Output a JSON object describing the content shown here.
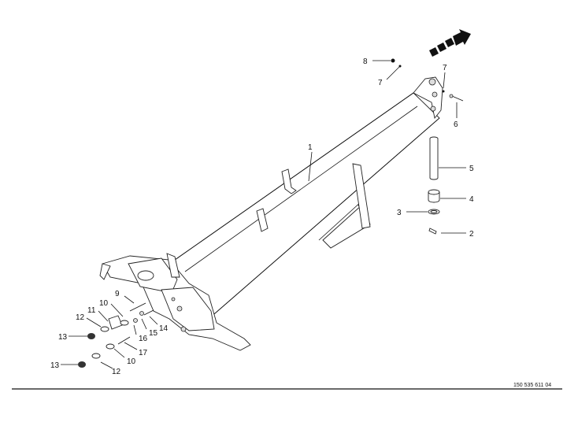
{
  "drawing_ref": "150 535 611 04",
  "callouts": [
    {
      "id": "c1",
      "text": "1"
    },
    {
      "id": "c2",
      "text": "2"
    },
    {
      "id": "c3",
      "text": "3"
    },
    {
      "id": "c4",
      "text": "4"
    },
    {
      "id": "c5",
      "text": "5"
    },
    {
      "id": "c6",
      "text": "6"
    },
    {
      "id": "c7a",
      "text": "7"
    },
    {
      "id": "c7b",
      "text": "7"
    },
    {
      "id": "c8",
      "text": "8"
    },
    {
      "id": "c9",
      "text": "9"
    },
    {
      "id": "c10a",
      "text": "10"
    },
    {
      "id": "c10b",
      "text": "10"
    },
    {
      "id": "c11",
      "text": "11"
    },
    {
      "id": "c12a",
      "text": "12"
    },
    {
      "id": "c12b",
      "text": "12"
    },
    {
      "id": "c13a",
      "text": "13"
    },
    {
      "id": "c13b",
      "text": "13"
    },
    {
      "id": "c14",
      "text": "14"
    },
    {
      "id": "c15",
      "text": "15"
    },
    {
      "id": "c16",
      "text": "16"
    },
    {
      "id": "c17",
      "text": "17"
    }
  ]
}
